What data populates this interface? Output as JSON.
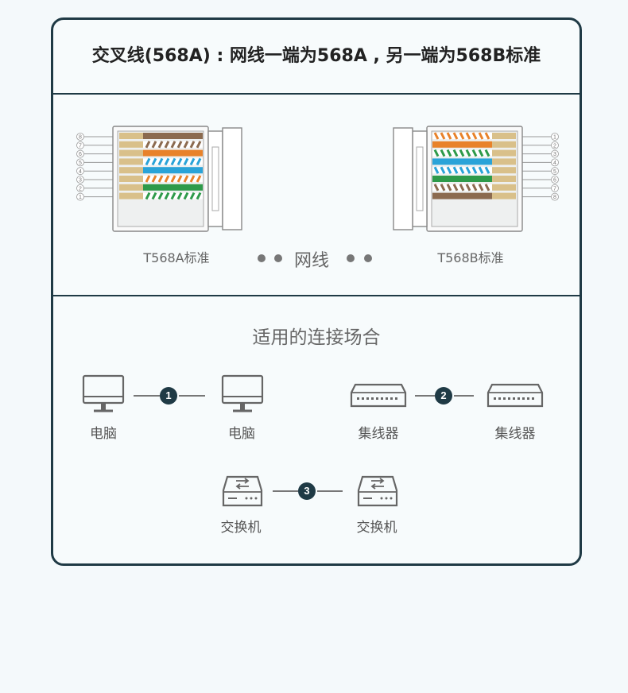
{
  "title": "交叉线(568A) : 网线一端为568A , 另一端为568B标准",
  "wiring": {
    "left_label": "T568A标准",
    "right_label": "T568B标准",
    "middle_label": "网线",
    "pin_numbers": [
      "8",
      "7",
      "6",
      "5",
      "4",
      "3",
      "2",
      "1"
    ],
    "pin_numbers_right": [
      "1",
      "2",
      "3",
      "4",
      "5",
      "6",
      "7",
      "8"
    ],
    "t568a_wires": [
      {
        "pin": "8",
        "color": "brown",
        "stripe": false
      },
      {
        "pin": "7",
        "color": "brown",
        "stripe": true
      },
      {
        "pin": "6",
        "color": "orange",
        "stripe": false
      },
      {
        "pin": "5",
        "color": "blue",
        "stripe": true
      },
      {
        "pin": "4",
        "color": "blue",
        "stripe": false
      },
      {
        "pin": "3",
        "color": "orange",
        "stripe": true
      },
      {
        "pin": "2",
        "color": "green",
        "stripe": false
      },
      {
        "pin": "1",
        "color": "green",
        "stripe": true
      }
    ],
    "t568b_wires": [
      {
        "pin": "1",
        "color": "orange",
        "stripe": true
      },
      {
        "pin": "2",
        "color": "orange",
        "stripe": false
      },
      {
        "pin": "3",
        "color": "green",
        "stripe": true
      },
      {
        "pin": "4",
        "color": "blue",
        "stripe": false
      },
      {
        "pin": "5",
        "color": "blue",
        "stripe": true
      },
      {
        "pin": "6",
        "color": "green",
        "stripe": false
      },
      {
        "pin": "7",
        "color": "brown",
        "stripe": true
      },
      {
        "pin": "8",
        "color": "brown",
        "stripe": false
      }
    ],
    "wire_colors": {
      "brown": "#8b6a4f",
      "orange": "#e8822a",
      "blue": "#2aa3d8",
      "green": "#2e9a4a",
      "tan": "#d9c08a"
    }
  },
  "usage": {
    "title": "适用的连接场合",
    "pairs": [
      {
        "number": "1",
        "left": "电脑",
        "right": "电脑",
        "icon": "monitor-icon"
      },
      {
        "number": "2",
        "left": "集线器",
        "right": "集线器",
        "icon": "hub-icon"
      },
      {
        "number": "3",
        "left": "交换机",
        "right": "交换机",
        "icon": "switch-icon"
      }
    ]
  },
  "colors": {
    "border": "#1f3a45",
    "badge": "#1f3a45",
    "background": "#f4f9fb"
  }
}
